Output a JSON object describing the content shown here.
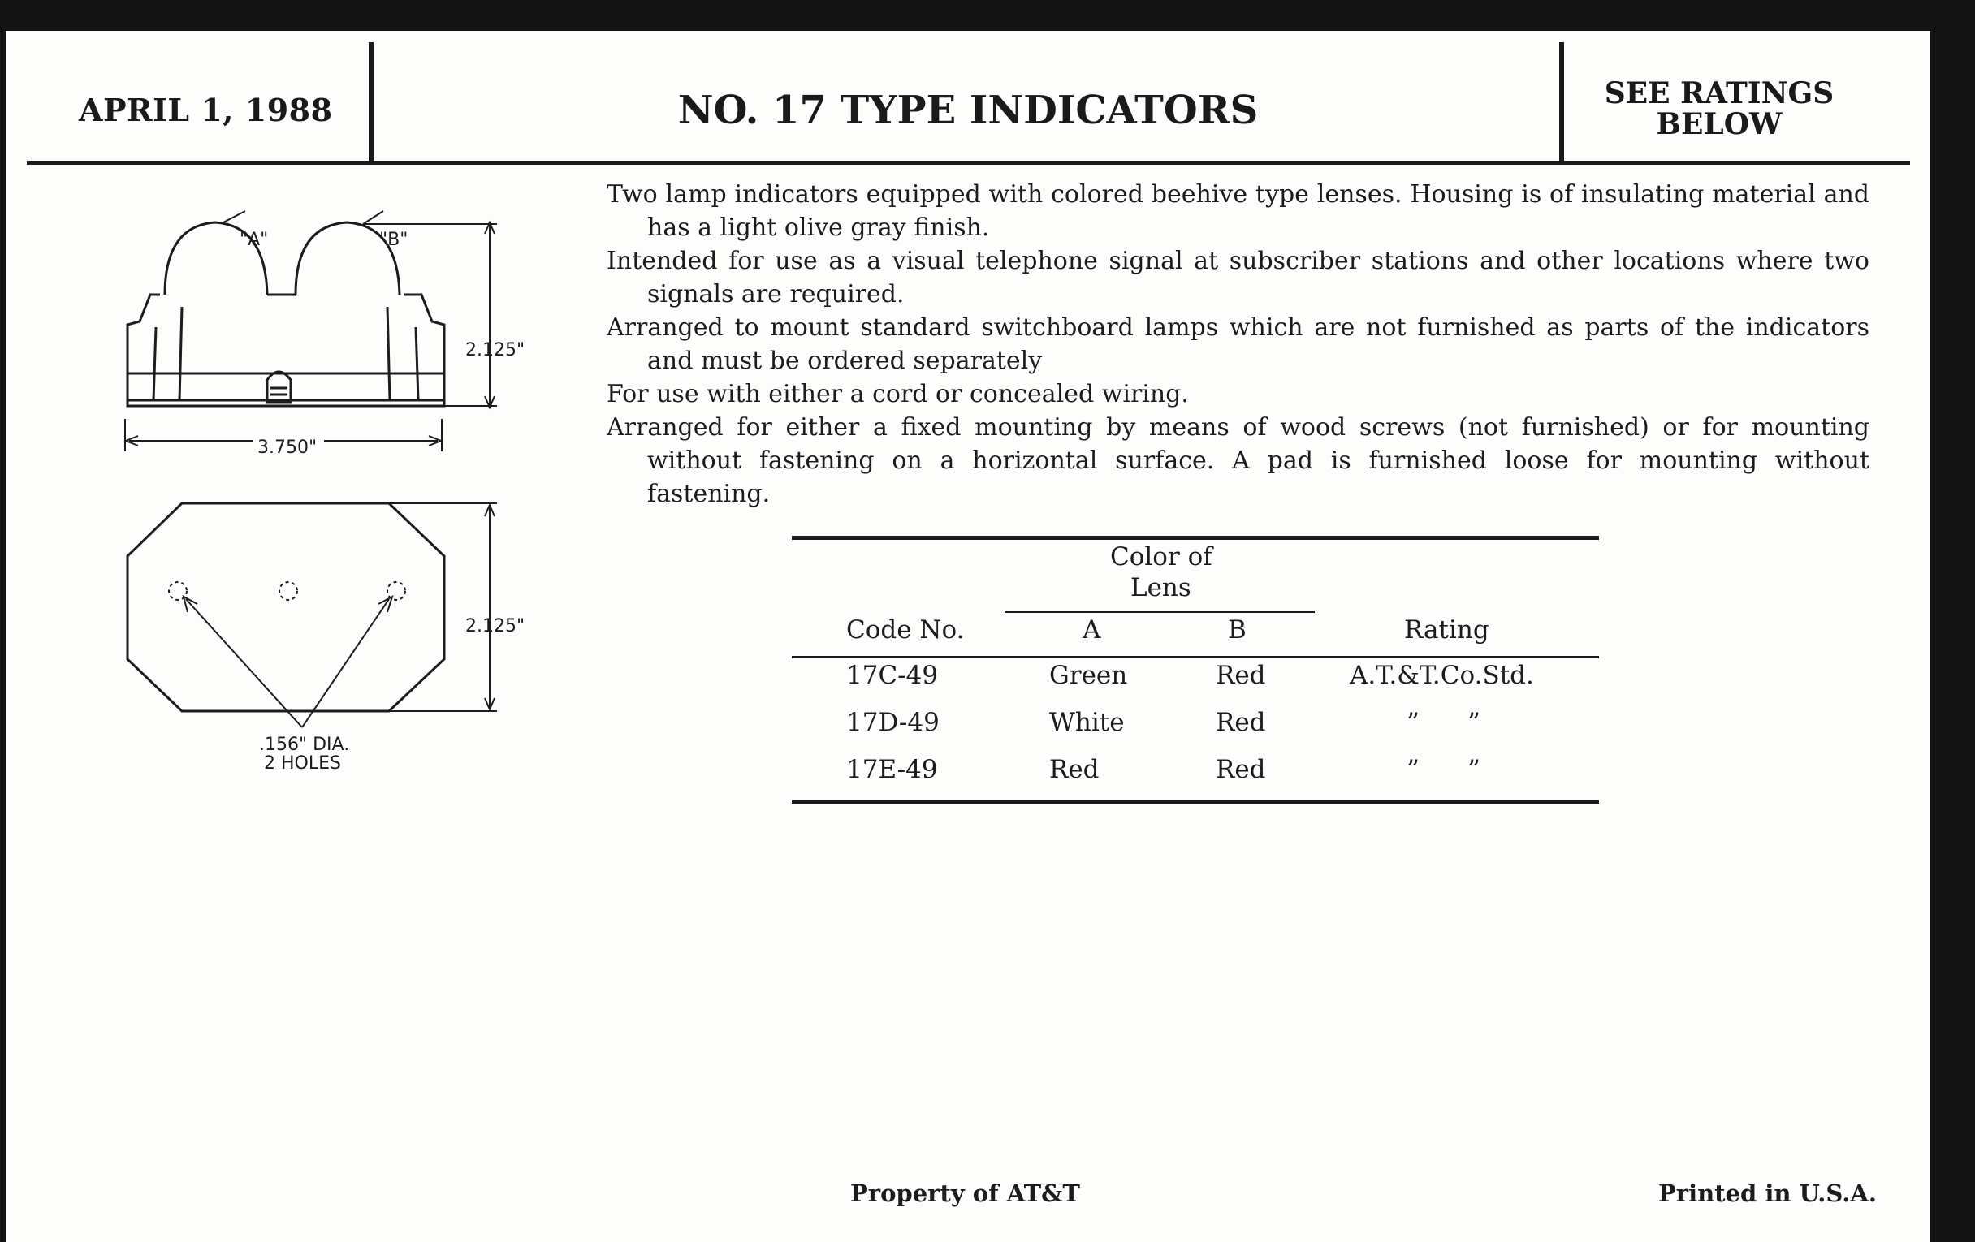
{
  "header": {
    "date": "APRIL 1, 1988",
    "title": "NO. 17 TYPE INDICATORS",
    "rating_line1": "SEE RATINGS",
    "rating_line2": "BELOW"
  },
  "drawing": {
    "lamp_a_label": "\"A\"",
    "lamp_b_label": "\"B\"",
    "height_front": "2.125\"",
    "width_front": "3.750\"",
    "height_plan": "2.125\"",
    "hole_note_line1": ".156\" DIA.",
    "hole_note_line2": "2 HOLES"
  },
  "description": [
    "Two lamp indicators equipped with colored beehive type lenses. Housing is of insulating material and has a light olive gray finish.",
    "Intended for use as a visual telephone signal at subscriber stations and other locations where two signals are required.",
    "Arranged to mount standard switchboard lamps which are not furnished as parts of the indicators and must be ordered separately",
    "For use with either a cord or concealed wiring.",
    "Arranged for either a fixed mounting by means of wood screws (not furnished) or for mounting without fastening on a horizontal surface. A pad is furnished loose for mounting without fastening."
  ],
  "table": {
    "group_header_line1": "Color of",
    "group_header_line2": "Lens",
    "col_code": "Code No.",
    "col_a": "A",
    "col_b": "B",
    "col_rating": "Rating",
    "rows": [
      {
        "code": "17C-49",
        "a": "Green",
        "b": "Red",
        "rating": "A.T.&T.Co.Std."
      },
      {
        "code": "17D-49",
        "a": "White",
        "b": "Red",
        "rating": "”      ”"
      },
      {
        "code": "17E-49",
        "a": "Red",
        "b": "Red",
        "rating": "”      ”"
      }
    ]
  },
  "footer": {
    "property": "Property of AT&T",
    "printed": "Printed in U.S.A."
  }
}
